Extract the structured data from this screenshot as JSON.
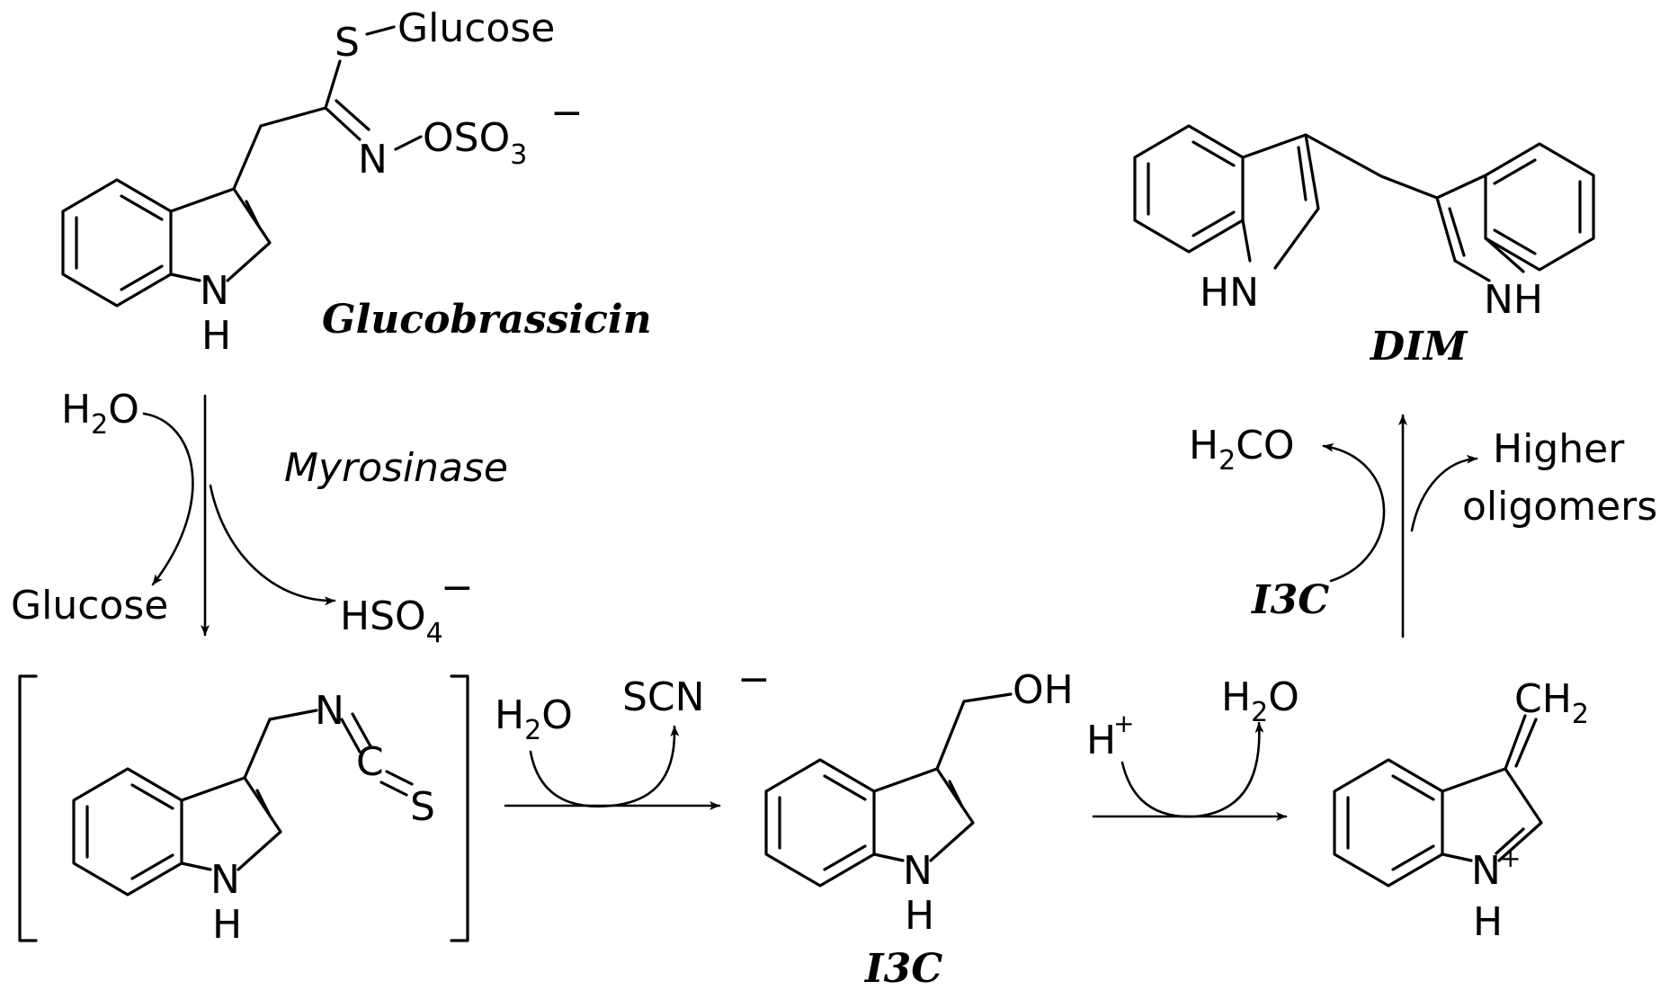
{
  "compounds": {
    "glucobrassicin": "Glucobrassicin",
    "i3c": "I3C",
    "dim": "DIM"
  },
  "atoms": {
    "s": "S",
    "glucose_substituent": "Glucose",
    "n": "N",
    "oso3": "OSO",
    "three": "3",
    "minus": "−",
    "nh_n": "N",
    "h": "H",
    "hn": "HN",
    "nh": "NH",
    "c": "C",
    "oh": "OH",
    "ch": "CH",
    "two": "2",
    "plus": "+",
    "scn": "SCN"
  },
  "reagents": {
    "enzyme": "Myrosinase",
    "water_h": "H",
    "water_o": "O",
    "glucose_product": "Glucose",
    "hso4_hso": "HSO",
    "hso4_four": "4",
    "proton": "H",
    "proton_charge": "+",
    "formaldehyde_h": "H",
    "formaldehyde_co": "CO",
    "i3c_reagent": "I3C",
    "higher_line1": "Higher",
    "higher_line2": "oligomers"
  }
}
